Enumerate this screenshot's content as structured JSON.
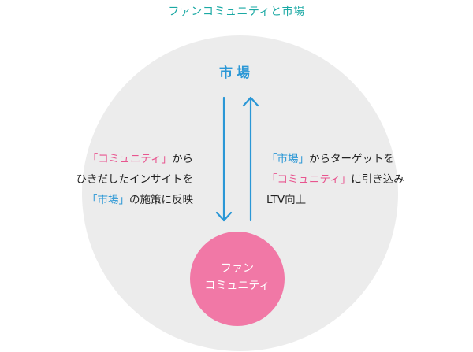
{
  "title": "ファンコミュニティと市場",
  "market": "市場",
  "fan_community": {
    "line1": "ファン",
    "line2": "コミュニティ"
  },
  "left_text": {
    "line1_highlight": "「コミュニティ」",
    "line1_rest": "から",
    "line2": "ひきだしたインサイトを",
    "line3_highlight": "「市場」",
    "line3_rest": "の施策に反映"
  },
  "right_text": {
    "line1_highlight": "「市場」",
    "line1_rest": "からターゲットを",
    "line2_highlight": "「コミュニティ」",
    "line2_rest": "に引き込み",
    "line3": "LTV向上"
  },
  "colors": {
    "accent_blue": "#2a97d6",
    "accent_pink": "#e8558f",
    "title_teal": "#1ba9a4",
    "circle_gray": "#ececec",
    "fan_circle": "#f178a6"
  },
  "icons": [
    "arrow-down-icon",
    "arrow-up-icon"
  ]
}
